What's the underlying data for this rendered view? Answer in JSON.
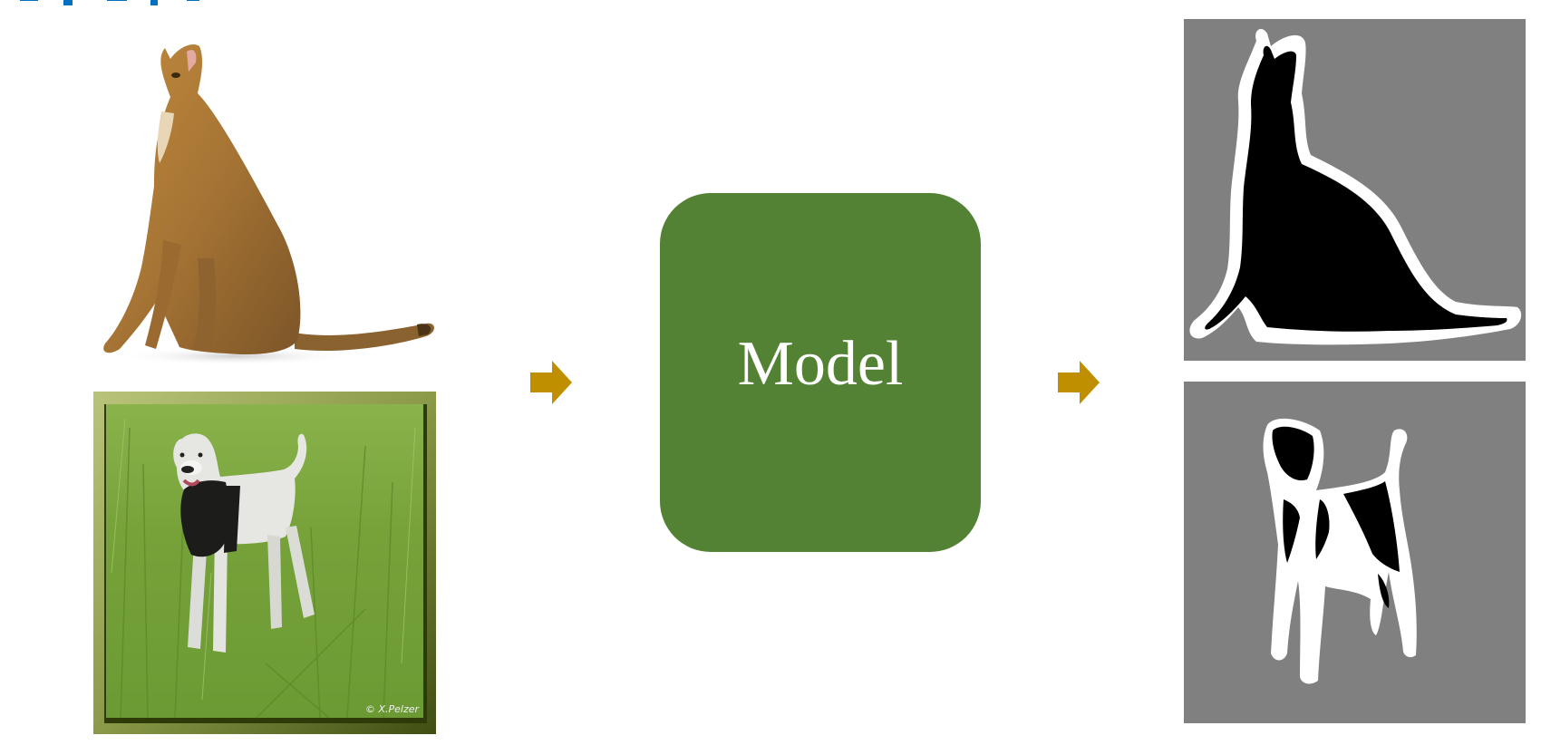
{
  "diagram": {
    "model_box": {
      "label": "Model",
      "fill_color": "#548235",
      "text_color": "#ffffff"
    },
    "arrows": [
      {
        "direction": "right",
        "color": "#bf8f00"
      },
      {
        "direction": "right",
        "color": "#bf8f00"
      }
    ],
    "inputs": [
      {
        "subject": "cat",
        "kind": "photo"
      },
      {
        "subject": "dog",
        "kind": "photo",
        "watermark": "© X.Pelzer"
      }
    ],
    "outputs": [
      {
        "subject": "cat",
        "kind": "segmentation-mask",
        "colors": {
          "background": "#808080",
          "object": "#000000",
          "boundary": "#ffffff"
        }
      },
      {
        "subject": "dog",
        "kind": "segmentation-mask",
        "colors": {
          "background": "#808080",
          "object": "#000000",
          "boundary": "#ffffff"
        }
      }
    ],
    "title_color": "#0070c0"
  }
}
